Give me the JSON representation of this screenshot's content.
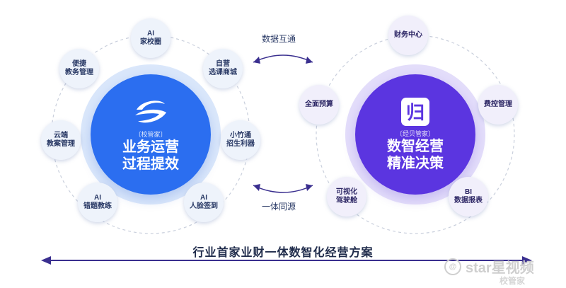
{
  "left_hub": {
    "brand": "〔校管家〕",
    "title_line1": "业务运营",
    "title_line2": "过程提效",
    "nodes": [
      {
        "line1": "AI",
        "line2": "家校圈"
      },
      {
        "line1": "自营",
        "line2": "选课商城"
      },
      {
        "line1": "小竹通",
        "line2": "招生利器"
      },
      {
        "line1": "AI",
        "line2": "人脸签到"
      },
      {
        "line1": "AI",
        "line2": "错题教练"
      },
      {
        "line1": "云端",
        "line2": "教案管理"
      },
      {
        "line1": "便捷",
        "line2": "教务管理"
      }
    ]
  },
  "right_hub": {
    "brand": "〔经贝管家〕",
    "logo_glyph": "归",
    "title_line1": "数智经营",
    "title_line2": "精准决策",
    "nodes": [
      {
        "line1": "财务中心",
        "line2": ""
      },
      {
        "line1": "费控管理",
        "line2": ""
      },
      {
        "line1": "BI",
        "line2": "数据报表"
      },
      {
        "line1": "可视化",
        "line2": "驾驶舱"
      },
      {
        "line1": "全面预算",
        "line2": ""
      }
    ]
  },
  "links": {
    "top_label": "数据互通",
    "bottom_label": "一体同源"
  },
  "footer": {
    "title": "行业首家业财一体数智化经营方案"
  },
  "watermark": {
    "icon": "@",
    "text": "star星视频",
    "small": "校管家"
  },
  "colors": {
    "left_hub": "#2b6ef0",
    "right_hub": "#5b35e0",
    "arrow": "#4a3aa8",
    "node_bg": "#eef3fb"
  }
}
